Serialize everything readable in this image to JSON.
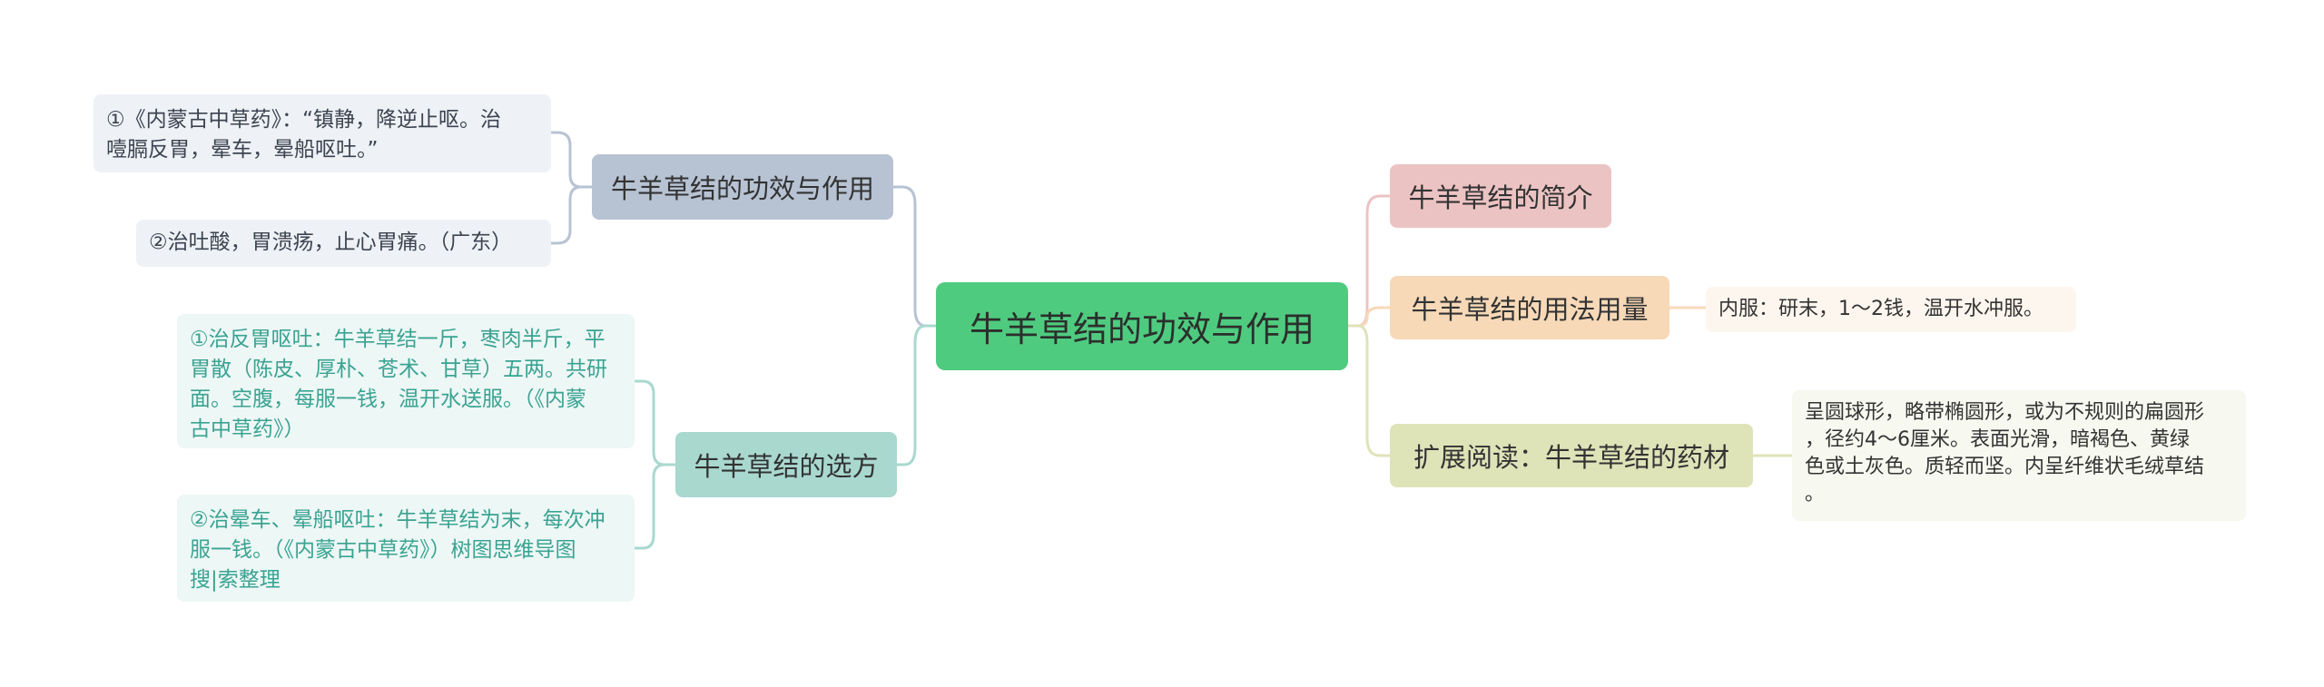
{
  "root": {
    "label": "牛羊草结的功效与作用"
  },
  "branches": {
    "gongxiao": {
      "label": "牛羊草结的功效与作用",
      "leaves": [
        {
          "lines": [
            "①《内蒙古中草药》：“镇静，降逆止呕。治",
            "噎膈反胃，晕车，晕船呕吐。”"
          ]
        },
        {
          "lines": [
            "②治吐酸，胃溃疡，止心胃痛。（广东）"
          ]
        }
      ]
    },
    "xuanfang": {
      "label": "牛羊草结的选方",
      "leaves": [
        {
          "lines": [
            "①治反胃呕吐：牛羊草结一斤，枣肉半斤，平",
            "胃散（陈皮、厚朴、苍术、甘草）五两。共研",
            "面。空腹，每服一钱，温开水送服。（《内蒙",
            "古中草药》）"
          ]
        },
        {
          "lines": [
            "②治晕车、晕船呕吐：牛羊草结为末，每次冲",
            "服一钱。（《内蒙古中草药》）树图思维导图",
            "搜|索整理"
          ]
        }
      ]
    },
    "jianjie": {
      "label": "牛羊草结的简介"
    },
    "yongfa": {
      "label": "牛羊草结的用法用量",
      "leaves": [
        {
          "lines": [
            "内服：研末，1～2钱，温开水冲服。"
          ]
        }
      ]
    },
    "kuozhan": {
      "label": "扩展阅读：牛羊草结的药材",
      "leaves": [
        {
          "lines": [
            "呈圆球形，略带椭圆形，或为不规则的扁圆形",
            "，径约4～6厘米。表面光滑，暗褐色、黄绿",
            "色或土灰色。质轻而坚。内呈纤维状毛绒草结",
            "。"
          ]
        }
      ]
    }
  },
  "colors": {
    "root": "#4fcb80",
    "gongxiao": "#b7c3d3",
    "xuanfang": "#a9d8cf",
    "jianjie": "#ecc3c3",
    "yongfa": "#f7d9b8",
    "kuozhan": "#dfe3b8"
  }
}
